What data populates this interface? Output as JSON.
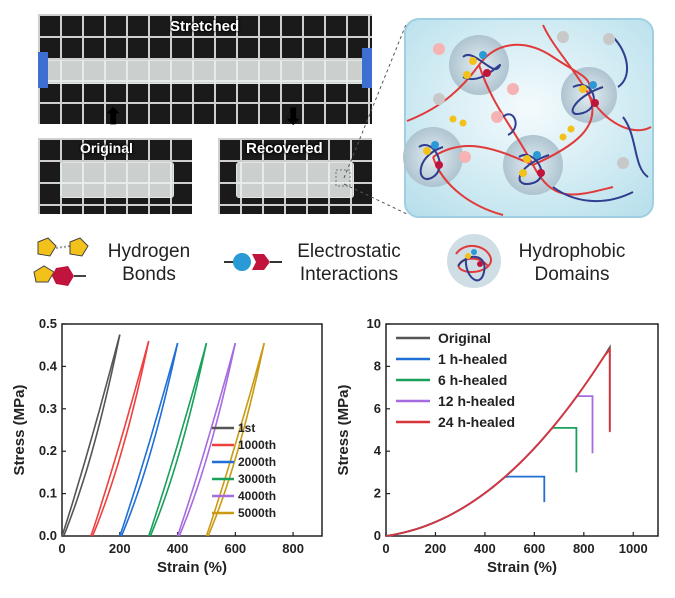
{
  "photos": {
    "stretched_label": "Stretched",
    "original_label": "Original",
    "recovered_label": "Recovered"
  },
  "schematic_legend": {
    "hydrogen": "Hydrogen\nBonds",
    "electrostatic": "Electrostatic\nInteractions",
    "hydrophobic": "Hydrophobic\nDomains"
  },
  "colors": {
    "red_chain": "#e03a3a",
    "blue_chain": "#2f3e8e",
    "yellow_bead": "#f2c21b",
    "red_bead": "#c0143c",
    "blue_bead": "#2a9ad6",
    "box_fill": "#dff1f7"
  },
  "chart_data": [
    {
      "type": "line",
      "xlabel": "Strain (%)",
      "ylabel": "Stress (MPa)",
      "xlim": [
        0,
        900
      ],
      "ylim": [
        0,
        0.5
      ],
      "xticks": [
        0,
        200,
        400,
        600,
        800
      ],
      "yticks": [
        0.0,
        0.1,
        0.2,
        0.3,
        0.4,
        0.5
      ],
      "legend_position": "lower-right",
      "series": [
        {
          "name": "1st",
          "color": "#555555",
          "x_start": 0,
          "x_end": 200,
          "y_max": 0.475
        },
        {
          "name": "1000th",
          "color": "#ef4040",
          "x_start": 100,
          "x_end": 300,
          "y_max": 0.46
        },
        {
          "name": "2000th",
          "color": "#1f6fd6",
          "x_start": 200,
          "x_end": 400,
          "y_max": 0.455
        },
        {
          "name": "3000th",
          "color": "#19a05a",
          "x_start": 300,
          "x_end": 500,
          "y_max": 0.455
        },
        {
          "name": "4000th",
          "color": "#a66be0",
          "x_start": 400,
          "x_end": 600,
          "y_max": 0.455
        },
        {
          "name": "5000th",
          "color": "#c99a12",
          "x_start": 500,
          "x_end": 700,
          "y_max": 0.455
        }
      ]
    },
    {
      "type": "line",
      "xlabel": "Strain (%)",
      "ylabel": "Stress (MPa)",
      "xlim": [
        0,
        1100
      ],
      "ylim": [
        0,
        10
      ],
      "xticks": [
        0,
        200,
        400,
        600,
        800,
        1000
      ],
      "yticks": [
        0,
        2,
        4,
        6,
        8,
        10
      ],
      "legend_position": "top-left",
      "series": [
        {
          "name": "Original",
          "color": "#555555",
          "x_break": 905,
          "y_break": 8.9,
          "y_drop": 5.0
        },
        {
          "name": "1 h-healed",
          "color": "#1f6fd6",
          "x_break": 640,
          "y_break": 2.8,
          "y_drop": 1.6
        },
        {
          "name": "6 h-healed",
          "color": "#19a05a",
          "x_break": 770,
          "y_break": 5.1,
          "y_drop": 3.0
        },
        {
          "name": "12 h-healed",
          "color": "#a66be0",
          "x_break": 835,
          "y_break": 6.6,
          "y_drop": 3.9
        },
        {
          "name": "24 h-healed",
          "color": "#d8343c",
          "x_break": 905,
          "y_break": 8.8,
          "y_drop": 4.9
        }
      ]
    }
  ]
}
